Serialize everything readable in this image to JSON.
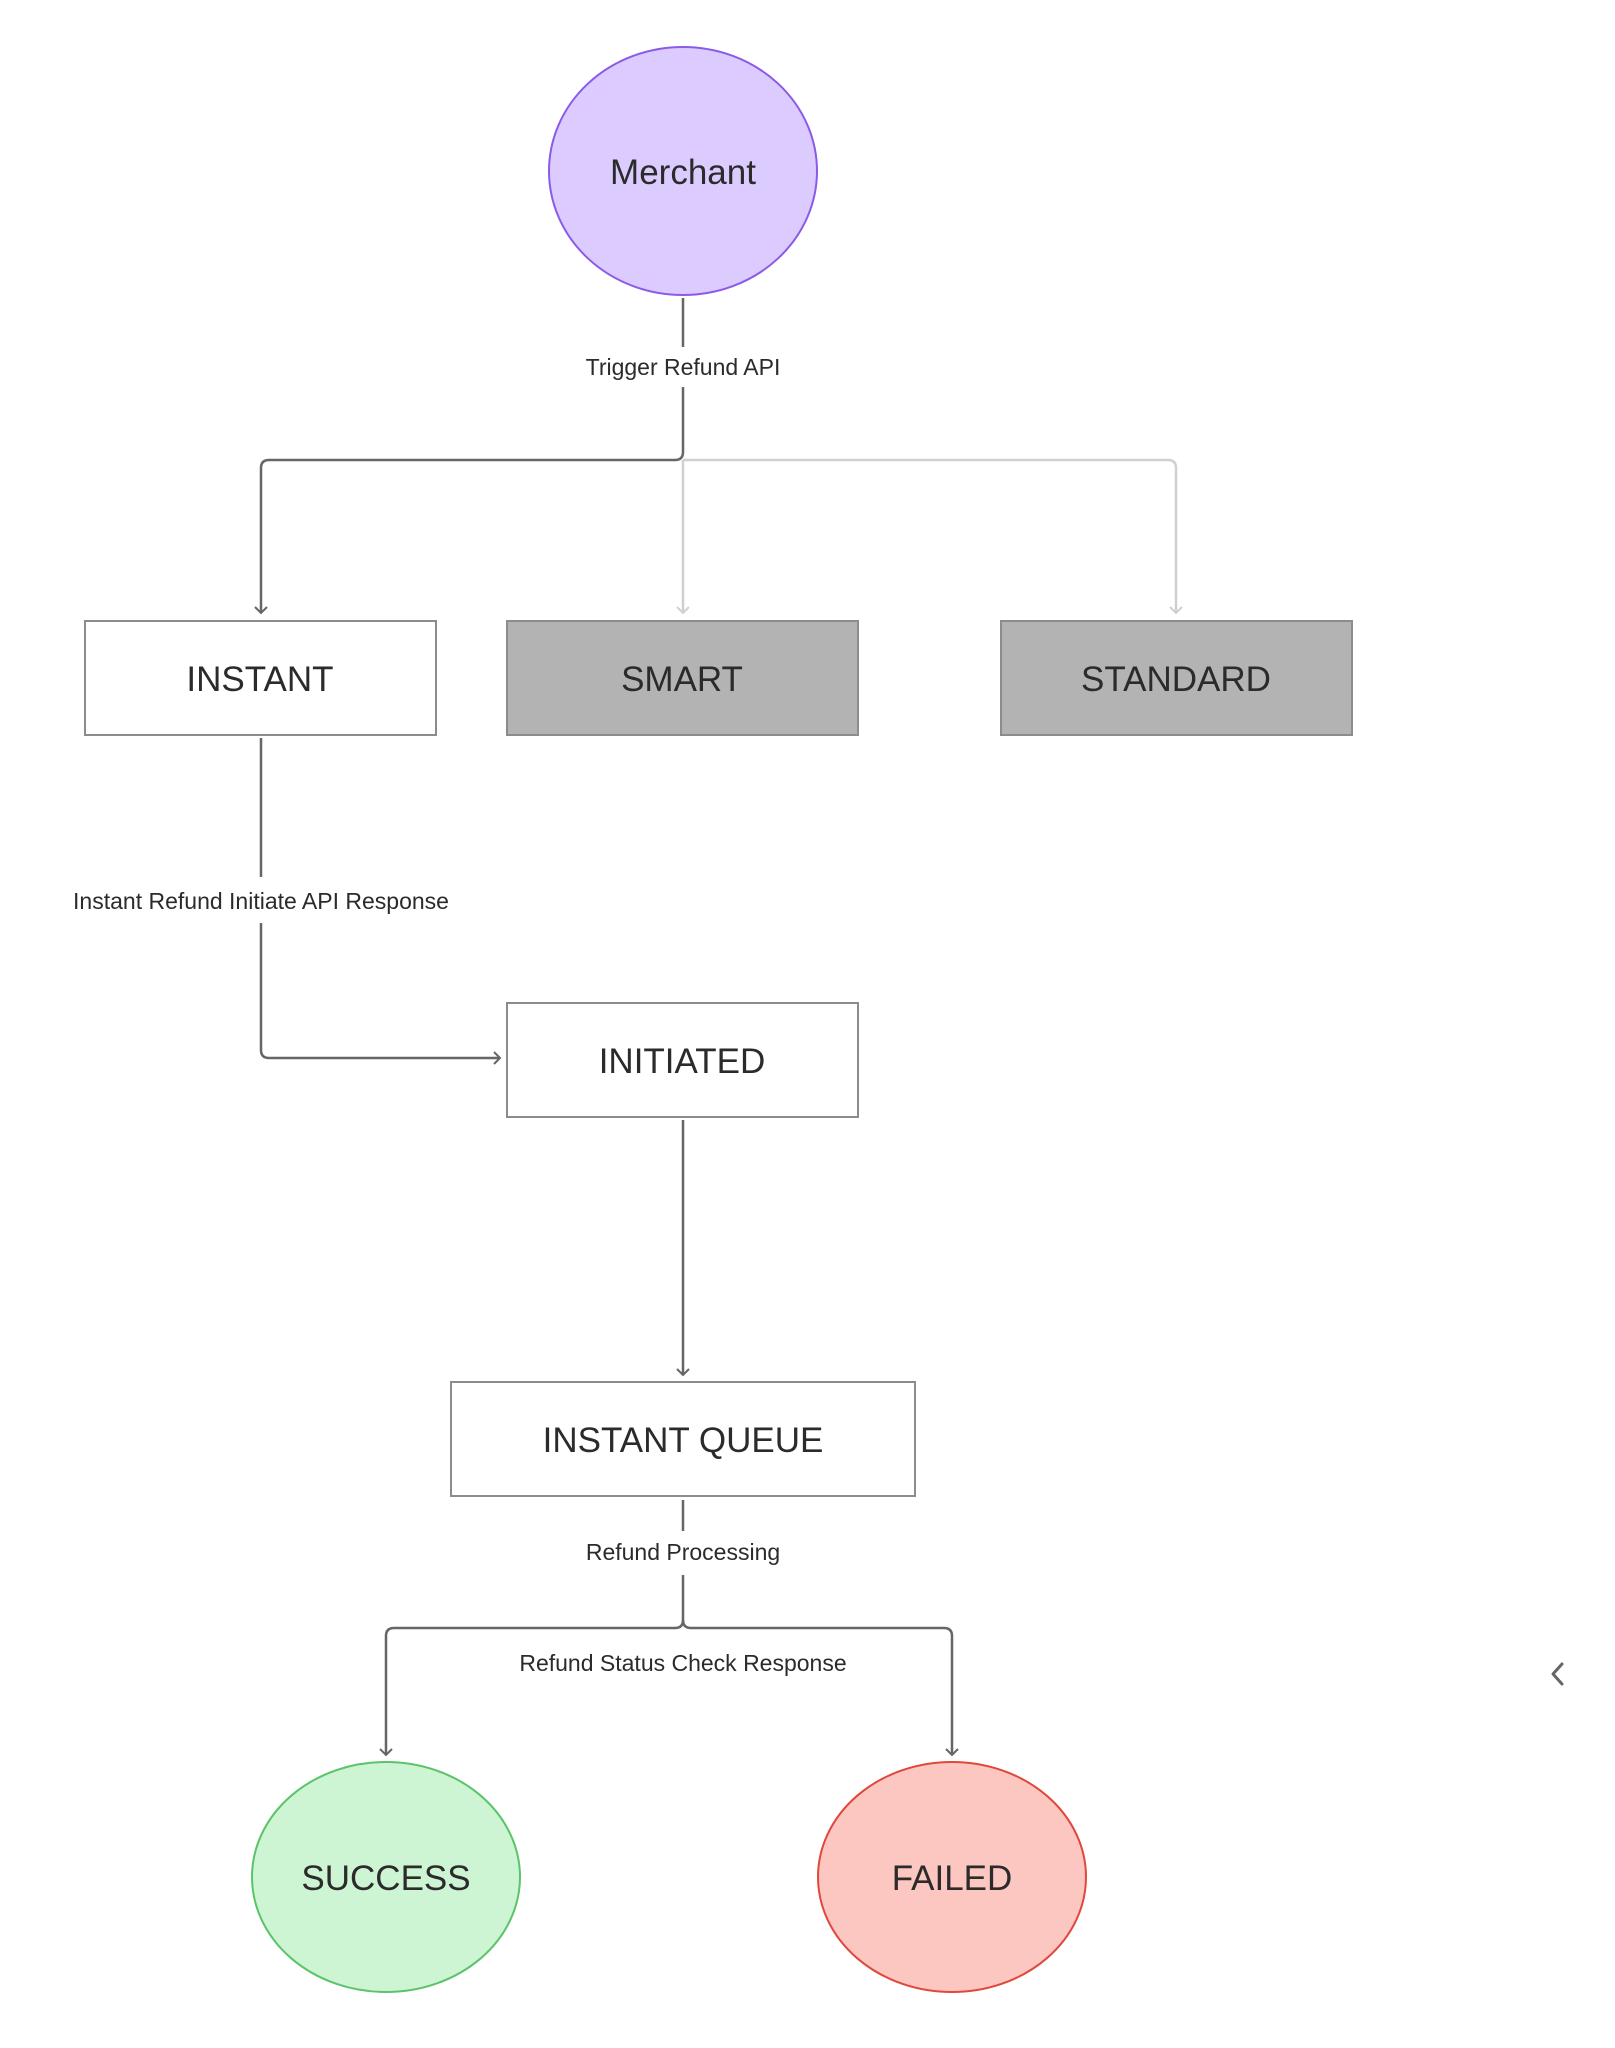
{
  "nodes": {
    "merchant": {
      "label": "Merchant",
      "fill": "#dccbff",
      "stroke": "#8a5be6"
    },
    "instant": {
      "label": "INSTANT",
      "fill": "#ffffff",
      "stroke": "#8c8c8c"
    },
    "smart": {
      "label": "SMART",
      "fill": "#b3b3b3",
      "stroke": "#8c8c8c"
    },
    "standard": {
      "label": "STANDARD",
      "fill": "#b3b3b3",
      "stroke": "#8c8c8c"
    },
    "initiated": {
      "label": "INITIATED",
      "fill": "#ffffff",
      "stroke": "#8c8c8c"
    },
    "instant_queue": {
      "label": "INSTANT QUEUE",
      "fill": "#ffffff",
      "stroke": "#8c8c8c"
    },
    "success": {
      "label": "SUCCESS",
      "fill": "#cdf4d3",
      "stroke": "#5bc46a"
    },
    "failed": {
      "label": "FAILED",
      "fill": "#fcc6c1",
      "stroke": "#e0483d"
    }
  },
  "edges": {
    "trigger_refund_api": "Trigger Refund API",
    "instant_refund_initiate": "Instant Refund Initiate API Response",
    "refund_processing": "Refund Processing",
    "refund_status_check": "Refund Status Check Response"
  },
  "colors": {
    "active_edge": "#666666",
    "inactive_edge": "#d0d0d0"
  },
  "controls": {
    "collapse_icon": "chevron-left-icon"
  }
}
